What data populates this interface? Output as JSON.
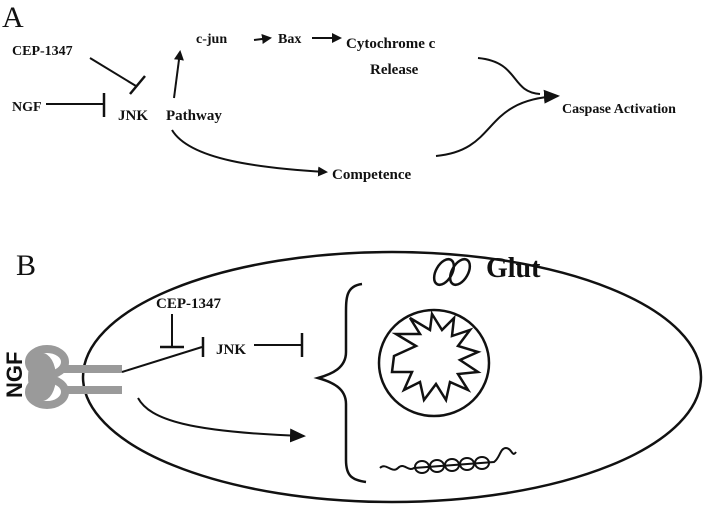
{
  "panel_a": {
    "letter": "A",
    "labels": {
      "cep": "CEP-1347",
      "ngf": "NGF",
      "jnk": "JNK",
      "pathway": "Pathway",
      "cjun": "c-jun",
      "bax": "Bax",
      "cytochrome": "Cytochrome c",
      "release": "Release",
      "caspase": "Caspase Activation",
      "competence": "Competence"
    }
  },
  "panel_b": {
    "letter": "B",
    "labels": {
      "glut": "Glut",
      "cep": "CEP-1347",
      "jnk": "JNK",
      "ngf": "NGF"
    }
  },
  "colors": {
    "ink": "#111111",
    "receptor_gray": "#9a9a9a"
  }
}
